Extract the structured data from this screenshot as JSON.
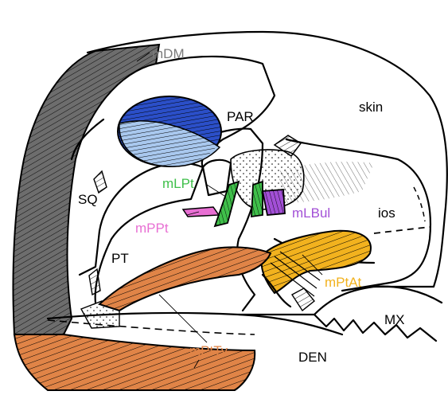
{
  "labels": {
    "mDM": "mDM",
    "skin": "skin",
    "PAR": "PAR",
    "SQ": "SQ",
    "mLPt": "mLPt",
    "mPPt": "mPPt",
    "mLBul": "mLBul",
    "ios": "ios",
    "PT": "PT",
    "mPtAt": "mPtAt",
    "MX": "MX",
    "mPtTy": "mPtTy",
    "DEN": "DEN"
  },
  "colors": {
    "mDM": "#7a7a7a",
    "mDM_fill": "#6d6d6d",
    "par_dark": "#2b4fc8",
    "par_light": "#a9c8ee",
    "mLPt": "#3fbf4a",
    "mPPt": "#e86fd3",
    "mLBul": "#a24fd6",
    "mPtAt": "#f2b21e",
    "mPtTy": "#e08447",
    "label_black": "#000000"
  }
}
